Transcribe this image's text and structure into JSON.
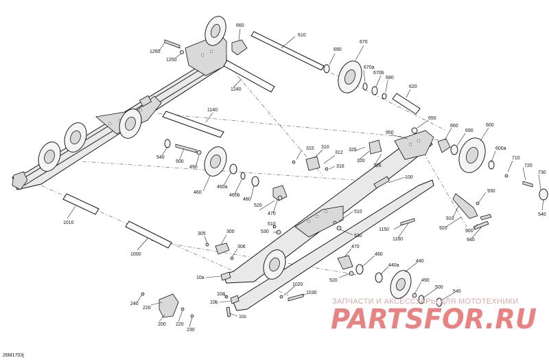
{
  "diagram_code": "26M1703j",
  "watermark": {
    "caption": "ЗАПЧАСТИ И АКСЕССУАРЫ ДЛЯ МОТОТЕХНИКИ",
    "brand": "PARTSFOR.RU"
  },
  "labels": {
    "l610": "610",
    "l660a": "660",
    "l1260": "1260",
    "l1250": "1250",
    "l690a": "690",
    "l670": "670",
    "l670a": "670a",
    "l670b": "670b",
    "l680": "680",
    "l620": "620",
    "l1240": "1240",
    "l1140": "1140",
    "l650": "650",
    "l660b": "660",
    "l690b": "690",
    "l600": "600",
    "l600a": "600a",
    "l710": "710",
    "l720": "720",
    "l730": "730",
    "l950": "950",
    "l315": "315",
    "l310": "310",
    "l325": "325",
    "l312": "312",
    "l320": "320",
    "l326": "326",
    "l316": "316",
    "l540a": "540",
    "l500a": "500",
    "l490a": "490",
    "l460": "460",
    "l460a": "460a",
    "l460b": "460b",
    "l480a": "480",
    "l470a": "470",
    "l520a": "520",
    "l100": "100",
    "l510a": "510",
    "l530a": "530",
    "l510b": "510",
    "l530b": "530",
    "l1150": "1150",
    "l1160": "1160",
    "l930": "930",
    "l910": "910",
    "l920": "920",
    "l900": "900",
    "l940": "940",
    "l540b": "540",
    "l1010": "1010",
    "l1000": "1000",
    "l305": "305",
    "l300": "300",
    "l306": "306",
    "l470b": "470",
    "l480b": "480",
    "l440a": "440a",
    "l440": "440",
    "l520b": "520",
    "l490b": "490",
    "l500b": "500",
    "l540c": "540",
    "l10a": "10a",
    "l1020": "1020",
    "l1030": "1030",
    "l10d": "10d",
    "l10b": "10b",
    "l10c": "10c",
    "l240": "240",
    "l220a": "220",
    "l200": "200",
    "l220b": "220",
    "l230": "230"
  }
}
